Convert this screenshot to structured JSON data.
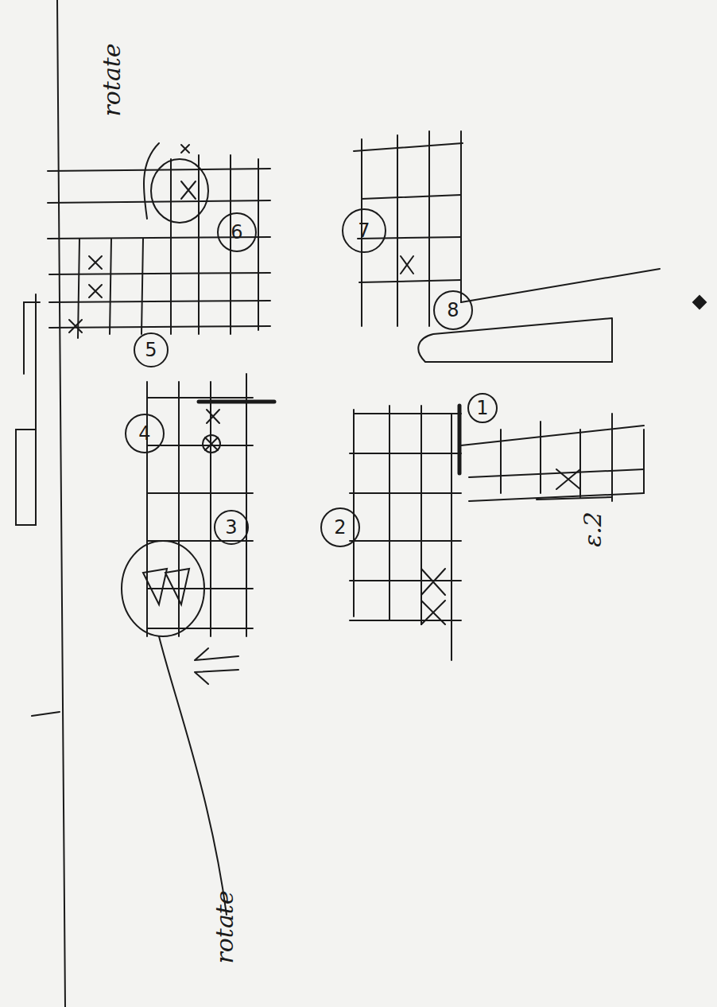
{
  "diagram": {
    "nodes": [
      {
        "text": [
          "1"
        ]
      },
      {
        "text": [
          "2"
        ]
      },
      {
        "text": [
          "3"
        ]
      },
      {
        "text": [
          "4"
        ]
      },
      {
        "text": [
          "5"
        ]
      },
      {
        "text": [
          "6"
        ]
      },
      {
        "text": [
          "7"
        ]
      },
      {
        "text": [
          "8"
        ]
      }
    ],
    "labels": [
      "rotate",
      "rotate",
      "ε.2"
    ]
  }
}
